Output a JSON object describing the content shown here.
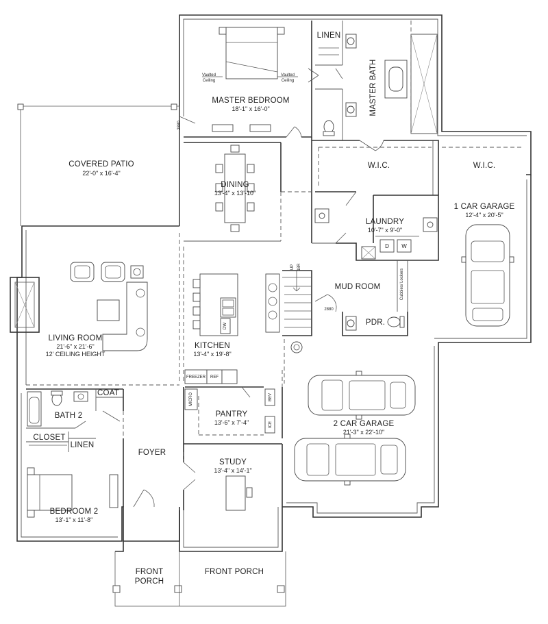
{
  "rooms": {
    "master_bedroom": {
      "name": "MASTER BEDROOM",
      "dim": "18'-1\" x 16'-0\""
    },
    "master_bath": {
      "name": "MASTER BATH"
    },
    "linen_master": {
      "name": "LINEN"
    },
    "covered_patio": {
      "name": "COVERED PATIO",
      "dim": "22'-0\" x 16'-4\""
    },
    "dining": {
      "name": "DINING",
      "dim": "13'-4\" x 13'-10\""
    },
    "wic_1": {
      "name": "W.I.C."
    },
    "wic_2": {
      "name": "W.I.C."
    },
    "laundry": {
      "name": "LAUNDRY",
      "dim": "10'-7\" x 9'-0\""
    },
    "one_car_garage": {
      "name": "1 CAR GARAGE",
      "dim": "12'-4\" x 20'-5\""
    },
    "living_room": {
      "name": "LIVING ROOM",
      "dim": "21'-6\" x 21'-6\"",
      "note": "12' CEILING HEIGHT"
    },
    "kitchen": {
      "name": "KITCHEN",
      "dim": "13'-4\" x 19'-8\""
    },
    "mud_room": {
      "name": "MUD ROOM"
    },
    "pdr": {
      "name": "PDR."
    },
    "pantry": {
      "name": "PANTRY",
      "dim": "13'-6\" x 7'-4\""
    },
    "two_car_garage": {
      "name": "2 CAR GARAGE",
      "dim": "21'-3\" x 22'-10\""
    },
    "bath_2": {
      "name": "BATH 2"
    },
    "coat": {
      "name": "COAT"
    },
    "closet": {
      "name": "CLOSET"
    },
    "linen_2": {
      "name": "LINEN"
    },
    "foyer": {
      "name": "FOYER"
    },
    "study": {
      "name": "STUDY",
      "dim": "13'-4\" x 14'-1\""
    },
    "bedroom_2": {
      "name": "BEDROOM 2",
      "dim": "13'-1\" x 11'-8\""
    },
    "front_porch_left": {
      "name_line1": "FRONT",
      "name_line2": "PORCH"
    },
    "front_porch_right": {
      "name": "FRONT PORCH"
    }
  },
  "labels": {
    "vaulted_left_1": "Vaulted",
    "vaulted_left_2": "Ceiling",
    "vaulted_right_1": "Vaulted",
    "vaulted_right_2": "Ceiling",
    "door_2880_master": "2880",
    "door_2880_mud": "2880",
    "stair_up": "UP",
    "stair_risers": "18R",
    "cubbies": "Cubbies/ Lockers",
    "washer": "W",
    "dryer": "D",
    "dishwasher": "DW",
    "freezer": "FREEZER",
    "refrigerator": "REF",
    "micro": "MICRO",
    "bev": "BEV",
    "ice": "ICE"
  }
}
